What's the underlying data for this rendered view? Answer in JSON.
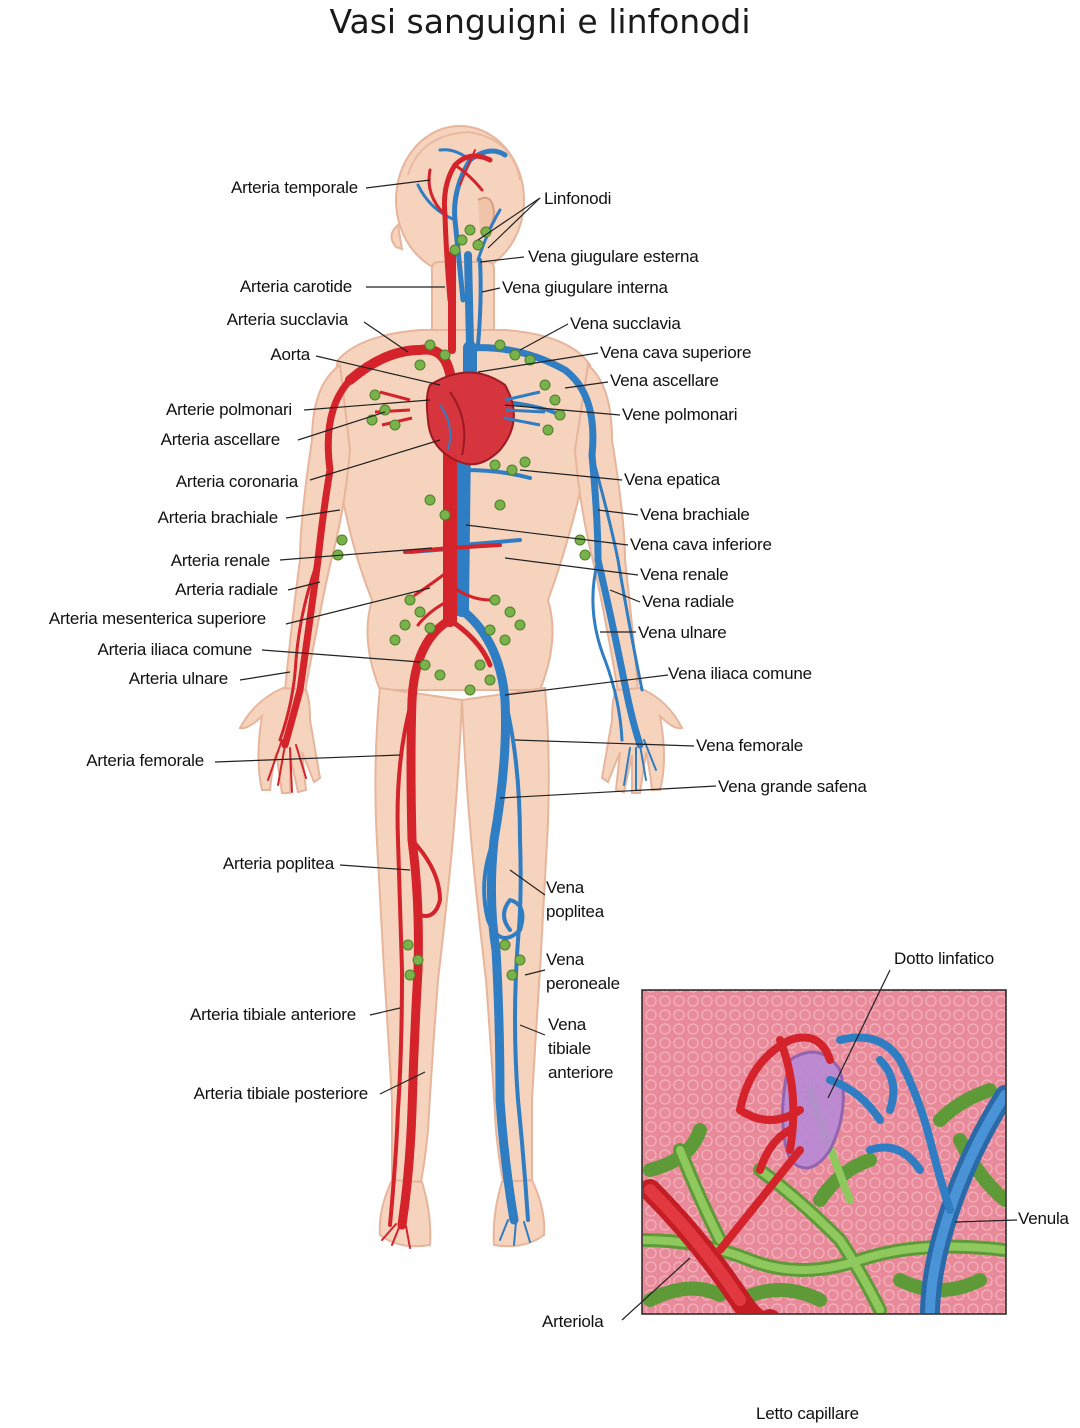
{
  "title": "Vasi sanguigni e linfonodi",
  "colors": {
    "artery": "#d4232b",
    "vein": "#2f7dc2",
    "lymph": "#79b24a",
    "skin": "#f6d3bd",
    "tissue": "#e87f93",
    "lymph_vessel": "#a97bc8"
  },
  "left_labels": [
    "Arteria temporale",
    "Arteria carotide",
    "Arteria succlavia",
    "Aorta",
    "Arterie polmonari",
    "Arteria ascellare",
    "Arteria coronaria",
    "Arteria brachiale",
    "Arteria renale",
    "Arteria radiale",
    "Arteria mesenterica superiore",
    "Arteria iliaca comune",
    "Arteria ulnare",
    "Arteria femorale",
    "Arteria poplitea",
    "Arteria tibiale anteriore",
    "Arteria tibiale posteriore"
  ],
  "right_labels": [
    "Linfonodi",
    "Vena giugulare esterna",
    "Vena giugulare interna",
    "Vena succlavia",
    "Vena cava superiore",
    "Vena ascellare",
    "Vene polmonari",
    "Vena epatica",
    "Vena brachiale",
    "Vena cava inferiore",
    "Vena renale",
    "Vena radiale",
    "Vena ulnare",
    "Vena iliaca comune",
    "Vena femorale",
    "Vena grande safena"
  ],
  "leg_labels": [
    "Vena\npoplitea",
    "Vena\nperoneale",
    "Vena\ntibiale\nanteriore"
  ],
  "inset": {
    "duct": "Dotto linfatico",
    "venule": "Venula",
    "arteriole": "Arteriola",
    "caption": "Letto capillare"
  }
}
